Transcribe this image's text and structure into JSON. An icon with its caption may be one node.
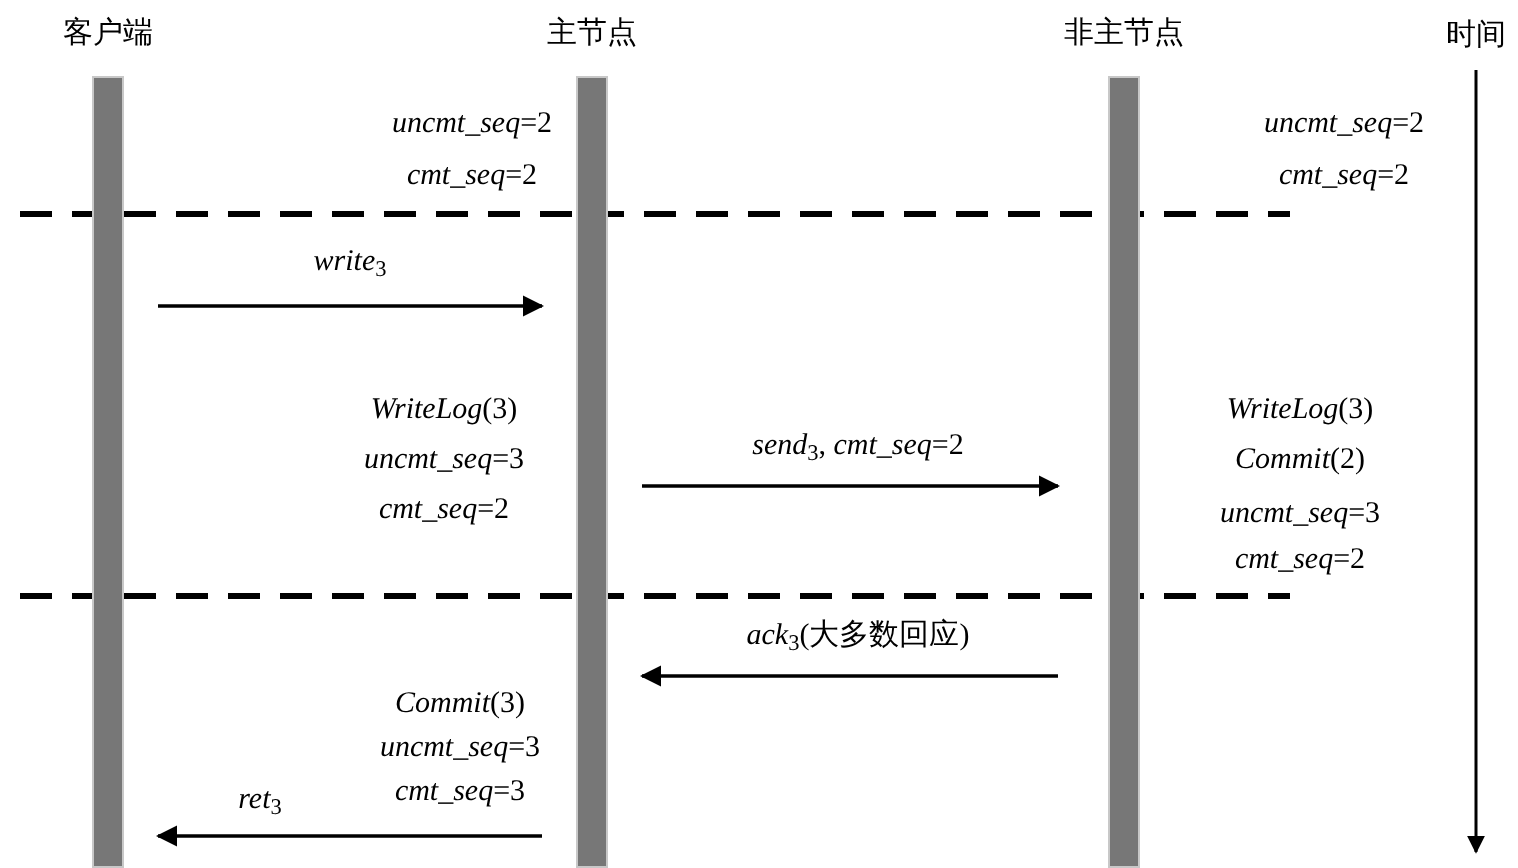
{
  "diagram": {
    "nodes": [
      {
        "text": [
          "客户端"
        ]
      },
      {
        "text": [
          "主节点"
        ]
      },
      {
        "text": [
          "非主节点"
        ]
      }
    ],
    "edges": [
      {
        "from": 0,
        "to": 1,
        "arrow": "to",
        "label": "*write*$_{3}$"
      },
      {
        "from": 1,
        "to": 2,
        "arrow": "to",
        "label": "*send*$_{3}$, *cmt_seq*=2"
      },
      {
        "from": 2,
        "to": 1,
        "arrow": "to",
        "label": "*ack*$_{3}$(大多数回应)"
      },
      {
        "from": 1,
        "to": 0,
        "arrow": "to",
        "label": "*ret*$_{3}$"
      }
    ],
    "labels": [
      "时间",
      "*uncmt_seq*=2",
      "*uncmt_seq*=2",
      "*cmt_seq*=2",
      "*cmt_seq*=2",
      "*WriteLog*(3)",
      "*WriteLog*(3)",
      "*uncmt_seq*=3",
      "*Commit*(2)",
      "*cmt_seq*=2",
      "*uncmt_seq*=3",
      "*cmt_seq*=2",
      "*Commit*(3)",
      "*uncmt_seq*=3",
      "*cmt_seq*=3"
    ]
  }
}
